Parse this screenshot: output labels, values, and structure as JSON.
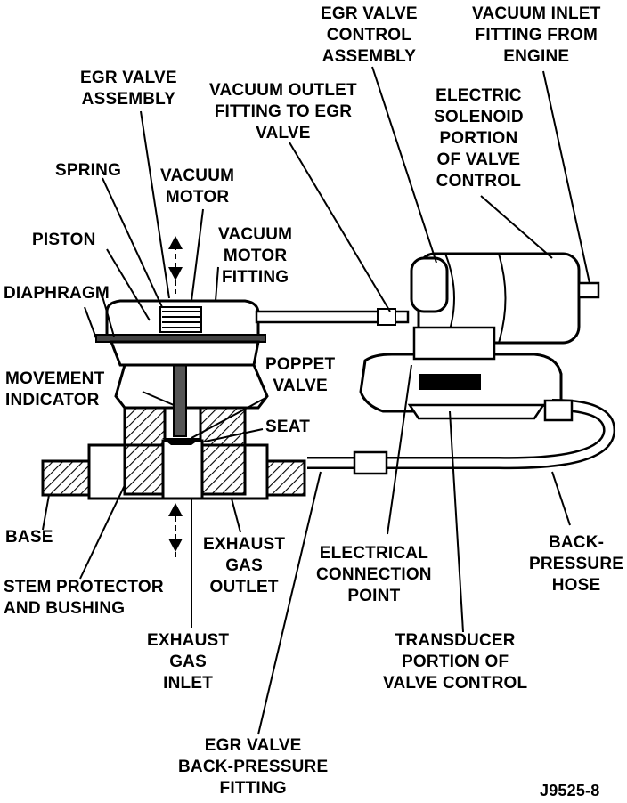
{
  "labels": {
    "egr_valve_control_assembly": [
      "EGR VALVE",
      "CONTROL",
      "ASSEMBLY"
    ],
    "vacuum_inlet_fitting": [
      "VACUUM INLET",
      "FITTING FROM",
      "ENGINE"
    ],
    "egr_valve_assembly": [
      "EGR VALVE",
      "ASSEMBLY"
    ],
    "vacuum_outlet_fitting": [
      "VACUUM OUTLET",
      "FITTING TO EGR",
      "VALVE"
    ],
    "electric_solenoid": [
      "ELECTRIC",
      "SOLENOID",
      "PORTION",
      "OF VALVE",
      "CONTROL"
    ],
    "spring": [
      "SPRING"
    ],
    "vacuum_motor": [
      "VACUUM",
      "MOTOR"
    ],
    "piston": [
      "PISTON"
    ],
    "vacuum_motor_fitting": [
      "VACUUM",
      "MOTOR",
      "FITTING"
    ],
    "diaphragm": [
      "DIAPHRAGM"
    ],
    "movement_indicator": [
      "MOVEMENT",
      "INDICATOR"
    ],
    "poppet_valve": [
      "POPPET",
      "VALVE"
    ],
    "seat": [
      "SEAT"
    ],
    "base": [
      "BASE"
    ],
    "exhaust_gas_outlet": [
      "EXHAUST",
      "GAS",
      "OUTLET"
    ],
    "electrical_connection_point": [
      "ELECTRICAL",
      "CONNECTION",
      "POINT"
    ],
    "back_pressure_hose": [
      "BACK-",
      "PRESSURE",
      "HOSE"
    ],
    "stem_protector": [
      "STEM PROTECTOR",
      "AND BUSHING"
    ],
    "exhaust_gas_inlet": [
      "EXHAUST",
      "GAS",
      "INLET"
    ],
    "transducer_portion": [
      "TRANSDUCER",
      "PORTION OF",
      "VALVE CONTROL"
    ],
    "egr_back_pressure_fitting": [
      "EGR VALVE",
      "BACK-PRESSURE",
      "FITTING"
    ]
  },
  "figure_id": "J9525-8"
}
